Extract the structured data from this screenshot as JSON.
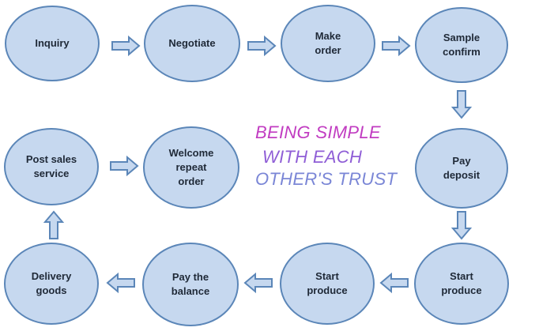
{
  "nodes": {
    "inquiry": "Inquiry",
    "negotiate": "Negotiate",
    "make_order": "Make\norder",
    "sample_confirm": "Sample\nconfirm",
    "pay_deposit": "Pay\ndeposit",
    "start_produce_1": "Start\nproduce",
    "start_produce_2": "Start\nproduce",
    "pay_balance": "Pay the\nbalance",
    "delivery_goods": "Delivery\ngoods",
    "post_sales": "Post sales\nservice",
    "welcome_repeat": "Welcome\nrepeat\norder"
  },
  "slogan": {
    "line1": "BEING SIMPLE",
    "line2": "WITH EACH",
    "line3": "OTHER'S TRUST"
  },
  "colors": {
    "node_fill": "#c6d8ef",
    "node_border": "#5b86b8",
    "arrow_fill": "#c6d8ef",
    "arrow_stroke": "#5b86b8",
    "slogan_line1": "#c13cc1",
    "slogan_line2": "#8f5ed6",
    "slogan_line3": "#7a86d6"
  }
}
